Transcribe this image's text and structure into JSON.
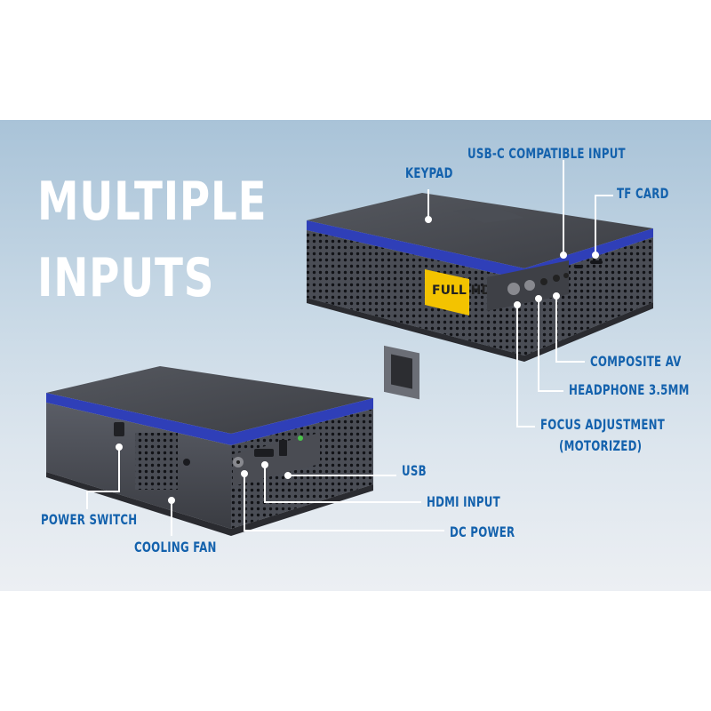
{
  "headline": {
    "line1": "MULTIPLE",
    "line2": "INPUTS"
  },
  "labels": {
    "keypad": "KEYPAD",
    "usbc": "USB-C COMPATIBLE INPUT",
    "tf_card": "TF CARD",
    "composite": "COMPOSITE AV",
    "headphone": "HEADPHONE 3.5MM",
    "focus_line1": "FOCUS ADJUSTMENT",
    "focus_line2": "(MOTORIZED)",
    "usb": "USB",
    "hdmi": "HDMI INPUT",
    "dc_power": "DC POWER",
    "power_switch": "POWER SWITCH",
    "cooling_fan": "COOLING FAN"
  },
  "colors": {
    "label": "#1462ad",
    "headline": "#ffffff",
    "device_body": "#3a3c42",
    "device_trim": "#2f3fb8"
  }
}
